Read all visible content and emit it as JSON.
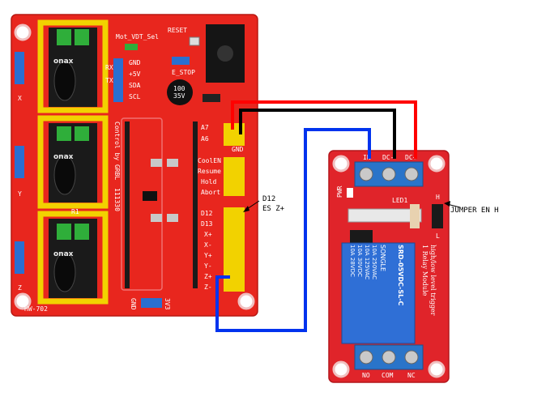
{
  "shield": {
    "model": "HW-702",
    "board_id": "111330",
    "control_text": "Control by GRBL",
    "mot_vdt_sel": "Mot_VDT_Sel",
    "reset": "RESET",
    "e_stop": "E_STOP",
    "power_pins": [
      "GND",
      "+5V",
      "SDA",
      "SCL"
    ],
    "rx_tx": [
      "RX",
      "TX"
    ],
    "control_pins": [
      "CoolEN",
      "Resume",
      "Hold",
      "Abort"
    ],
    "a_pins": [
      "A7",
      "A6"
    ],
    "gnd": "GND",
    "d_pins": [
      "D12",
      "D13",
      "X+",
      "X-",
      "Y+",
      "Y-",
      "Z+",
      "Z-"
    ],
    "axis_labels": [
      "X",
      "Y",
      "Z"
    ],
    "r1": "R1",
    "bottom_pins": [
      "GND",
      "3V3"
    ],
    "driver_brand": "onax",
    "capacitor_text": [
      "100",
      "35V"
    ]
  },
  "relay": {
    "input_pins": [
      "IN",
      "DC-",
      "DC+"
    ],
    "output_pins": [
      "NO",
      "COM",
      "NC"
    ],
    "relay_label": "SRD-05VDC-SL-C",
    "brand": "SONGLE",
    "ratings": [
      "10A 250VAC",
      "10A 125VAC",
      "10A 30VDC",
      "10A 28VDC"
    ],
    "module_text": "1 Relay Module",
    "trigger_text": "high/low level trigger",
    "jumper_h": "H",
    "jumper_l": "L",
    "pwr_led": "PWR",
    "led1": "LED1"
  },
  "annotations": {
    "d12_line1": "D12",
    "d12_line2": "ES Z+",
    "jumper": "JUMPER EN H"
  },
  "colors": {
    "pcb_red": "#e8261e",
    "wire_red": "#ff0000",
    "wire_black": "#000000",
    "wire_blue": "#0033ee",
    "header_yellow": "#f2d200",
    "relay_blue": "#2f6fd6",
    "terminal_blue": "#2a74c9"
  }
}
